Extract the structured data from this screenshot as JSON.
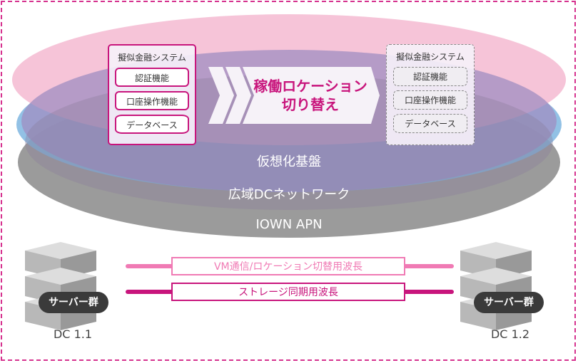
{
  "layers": {
    "virtual": "仮想化基盤",
    "network": "広域DCネットワーク",
    "apn": "IOWN APN"
  },
  "source_system": {
    "title": "擬似金融システム",
    "modules": [
      "認証機能",
      "口座操作機能",
      "データベース"
    ]
  },
  "target_system": {
    "title": "擬似金融システム",
    "modules": [
      "認証機能",
      "口座操作機能",
      "データベース"
    ]
  },
  "migration": {
    "line1": "稼働ロケーション",
    "line2": "切り替え"
  },
  "wavelengths": [
    {
      "label": "VM通信/ロケーション切替用波長",
      "color": "#f07ab4"
    },
    {
      "label": "ストレージ同期用波長",
      "color": "#c8157c"
    }
  ],
  "datacenters": [
    {
      "badge": "サーバー群",
      "label": "DC 1.1"
    },
    {
      "badge": "サーバー群",
      "label": "DC 1.2"
    }
  ]
}
